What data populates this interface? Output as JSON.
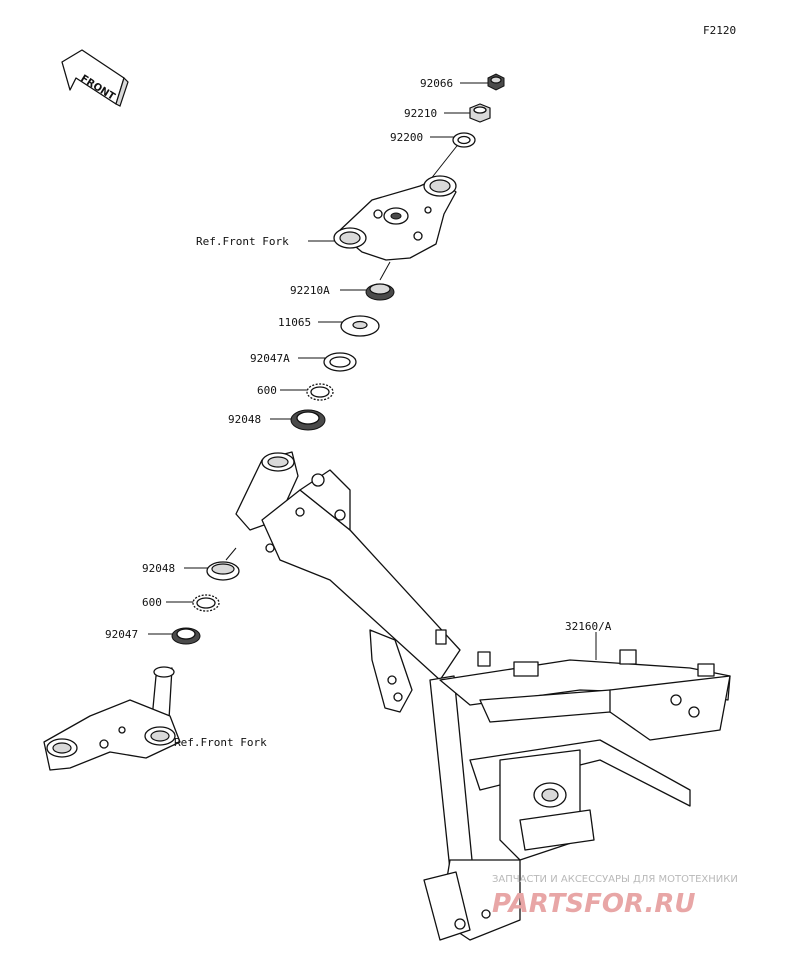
{
  "figure_code": "F2120",
  "front_badge": "FRONT",
  "labels": {
    "p92066": "92066",
    "p92210": "92210",
    "p92200": "92200",
    "ref_front_fork_top": "Ref.Front Fork",
    "p92210A": "92210A",
    "p11065": "11065",
    "p92047A": "92047A",
    "p600_top": "600",
    "p92048_top": "92048",
    "p92048_bottom": "92048",
    "p600_bottom": "600",
    "p92047": "92047",
    "ref_front_fork_bottom": "Ref.Front Fork",
    "p32160": "32160/A"
  },
  "watermark": {
    "line1": "ЗАПЧАСТИ И АКСЕССУАРЫ ДЛЯ МОТОТЕХНИКИ",
    "line2": "PARTSFOR.RU"
  }
}
